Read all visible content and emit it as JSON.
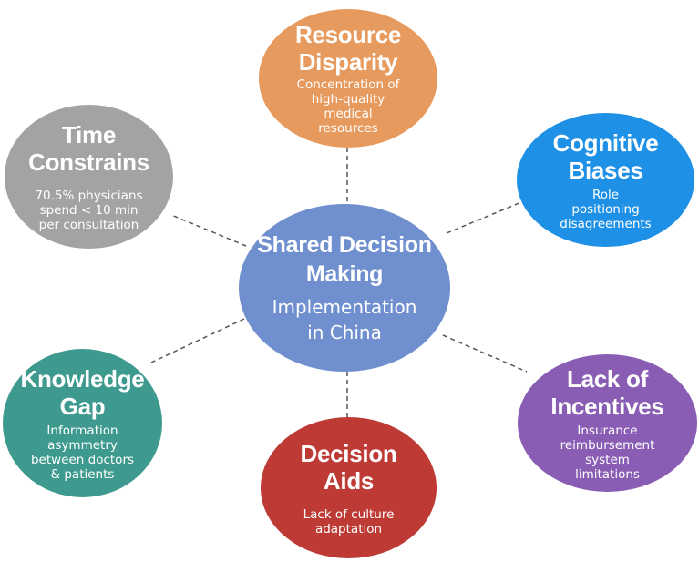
{
  "diagram": {
    "center": {
      "title": "Shared Decision\nMaking",
      "subtitle": "Implementation\nin China",
      "color": "#6f8fcf"
    },
    "nodes": [
      {
        "id": "resource",
        "title": "Resource\nDisparity",
        "desc": "Concentration of\nhigh-quality\nmedical\nresources",
        "color": "#e79a5e"
      },
      {
        "id": "cognitive",
        "title": "Cognitive\nBiases",
        "desc": "Role\npositioning\ndisagreements",
        "color": "#1e90e6"
      },
      {
        "id": "incentives",
        "title": "Lack of\nIncentives",
        "desc": "Insurance\nreimbursement\nsystem\nlimitations",
        "color": "#8a5db4"
      },
      {
        "id": "aids",
        "title": "Decision\nAids",
        "desc": "Lack of culture\nadaptation",
        "color": "#bd3a35"
      },
      {
        "id": "knowledge",
        "title": "Knowledge\nGap",
        "desc": "Information\nasymmetry\nbetween doctors\n& patients",
        "color": "#3e9a8e"
      },
      {
        "id": "time",
        "title": "Time\nConstrains",
        "desc": "70.5% physicians\nspend < 10 min\nper consultation",
        "color": "#a3a3a3"
      }
    ]
  }
}
